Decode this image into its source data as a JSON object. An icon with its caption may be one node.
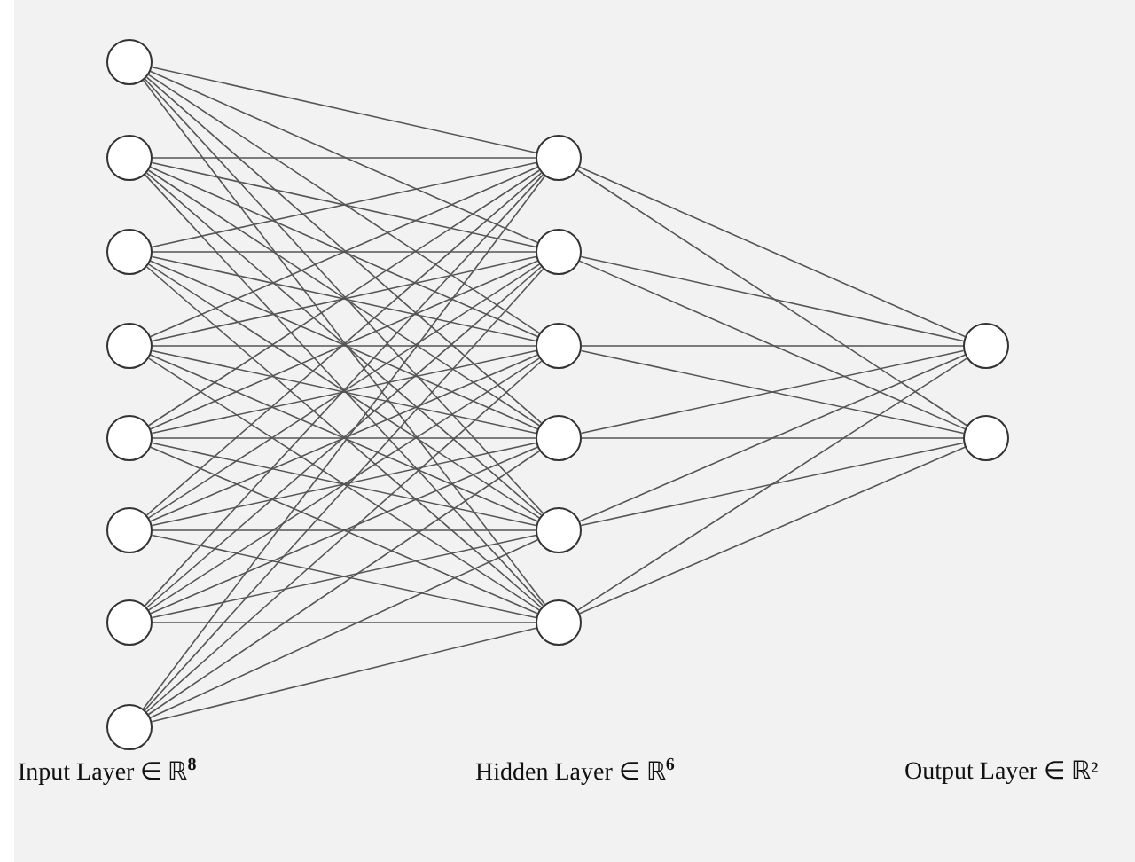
{
  "diagram": {
    "nodes": [
      {
        "text": [],
        "shape": "circle"
      },
      {
        "text": [],
        "shape": "circle"
      },
      {
        "text": [],
        "shape": "circle"
      },
      {
        "text": [],
        "shape": "circle"
      },
      {
        "text": [],
        "shape": "circle"
      },
      {
        "text": [],
        "shape": "circle"
      },
      {
        "text": [],
        "shape": "circle"
      },
      {
        "text": [],
        "shape": "circle"
      },
      {
        "text": [],
        "shape": "circle"
      },
      {
        "text": [],
        "shape": "circle"
      },
      {
        "text": [],
        "shape": "circle"
      },
      {
        "text": [],
        "shape": "circle"
      },
      {
        "text": [],
        "shape": "circle"
      },
      {
        "text": [],
        "shape": "circle"
      },
      {
        "text": [],
        "shape": "circle"
      },
      {
        "text": [],
        "shape": "circle"
      }
    ],
    "edges": [
      {
        "from": 0,
        "to": 8,
        "arrow": "none"
      },
      {
        "from": 0,
        "to": 9,
        "arrow": "none"
      },
      {
        "from": 0,
        "to": 10,
        "arrow": "none"
      },
      {
        "from": 0,
        "to": 11,
        "arrow": "none"
      },
      {
        "from": 0,
        "to": 12,
        "arrow": "none"
      },
      {
        "from": 0,
        "to": 13,
        "arrow": "none"
      },
      {
        "from": 1,
        "to": 8,
        "arrow": "none"
      },
      {
        "from": 1,
        "to": 9,
        "arrow": "none"
      },
      {
        "from": 1,
        "to": 10,
        "arrow": "none"
      },
      {
        "from": 1,
        "to": 11,
        "arrow": "none"
      },
      {
        "from": 1,
        "to": 12,
        "arrow": "none"
      },
      {
        "from": 1,
        "to": 13,
        "arrow": "none"
      },
      {
        "from": 2,
        "to": 8,
        "arrow": "none"
      },
      {
        "from": 2,
        "to": 9,
        "arrow": "none"
      },
      {
        "from": 2,
        "to": 10,
        "arrow": "none"
      },
      {
        "from": 2,
        "to": 11,
        "arrow": "none"
      },
      {
        "from": 2,
        "to": 12,
        "arrow": "none"
      },
      {
        "from": 2,
        "to": 13,
        "arrow": "none"
      },
      {
        "from": 3,
        "to": 8,
        "arrow": "none"
      },
      {
        "from": 3,
        "to": 9,
        "arrow": "none"
      },
      {
        "from": 3,
        "to": 10,
        "arrow": "none"
      },
      {
        "from": 3,
        "to": 11,
        "arrow": "none"
      },
      {
        "from": 3,
        "to": 12,
        "arrow": "none"
      },
      {
        "from": 3,
        "to": 13,
        "arrow": "none"
      },
      {
        "from": 4,
        "to": 8,
        "arrow": "none"
      },
      {
        "from": 4,
        "to": 9,
        "arrow": "none"
      },
      {
        "from": 4,
        "to": 10,
        "arrow": "none"
      },
      {
        "from": 4,
        "to": 11,
        "arrow": "none"
      },
      {
        "from": 4,
        "to": 12,
        "arrow": "none"
      },
      {
        "from": 4,
        "to": 13,
        "arrow": "none"
      },
      {
        "from": 5,
        "to": 8,
        "arrow": "none"
      },
      {
        "from": 5,
        "to": 9,
        "arrow": "none"
      },
      {
        "from": 5,
        "to": 10,
        "arrow": "none"
      },
      {
        "from": 5,
        "to": 11,
        "arrow": "none"
      },
      {
        "from": 5,
        "to": 12,
        "arrow": "none"
      },
      {
        "from": 5,
        "to": 13,
        "arrow": "none"
      },
      {
        "from": 6,
        "to": 8,
        "arrow": "none"
      },
      {
        "from": 6,
        "to": 9,
        "arrow": "none"
      },
      {
        "from": 6,
        "to": 10,
        "arrow": "none"
      },
      {
        "from": 6,
        "to": 11,
        "arrow": "none"
      },
      {
        "from": 6,
        "to": 12,
        "arrow": "none"
      },
      {
        "from": 6,
        "to": 13,
        "arrow": "none"
      },
      {
        "from": 7,
        "to": 8,
        "arrow": "none"
      },
      {
        "from": 7,
        "to": 9,
        "arrow": "none"
      },
      {
        "from": 7,
        "to": 10,
        "arrow": "none"
      },
      {
        "from": 7,
        "to": 11,
        "arrow": "none"
      },
      {
        "from": 7,
        "to": 12,
        "arrow": "none"
      },
      {
        "from": 7,
        "to": 13,
        "arrow": "none"
      },
      {
        "from": 8,
        "to": 14,
        "arrow": "none"
      },
      {
        "from": 8,
        "to": 15,
        "arrow": "none"
      },
      {
        "from": 9,
        "to": 14,
        "arrow": "none"
      },
      {
        "from": 9,
        "to": 15,
        "arrow": "none"
      },
      {
        "from": 10,
        "to": 14,
        "arrow": "none"
      },
      {
        "from": 10,
        "to": 15,
        "arrow": "none"
      },
      {
        "from": 11,
        "to": 14,
        "arrow": "none"
      },
      {
        "from": 11,
        "to": 15,
        "arrow": "none"
      },
      {
        "from": 12,
        "to": 14,
        "arrow": "none"
      },
      {
        "from": 12,
        "to": 15,
        "arrow": "none"
      },
      {
        "from": 13,
        "to": 14,
        "arrow": "none"
      },
      {
        "from": 13,
        "to": 15,
        "arrow": "none"
      }
    ],
    "labels": [
      "Input Layer ∈ ℝ$^{8}$",
      "Hidden Layer ∈ ℝ$^{6}$",
      "Output Layer ∈ ℝ²"
    ]
  }
}
